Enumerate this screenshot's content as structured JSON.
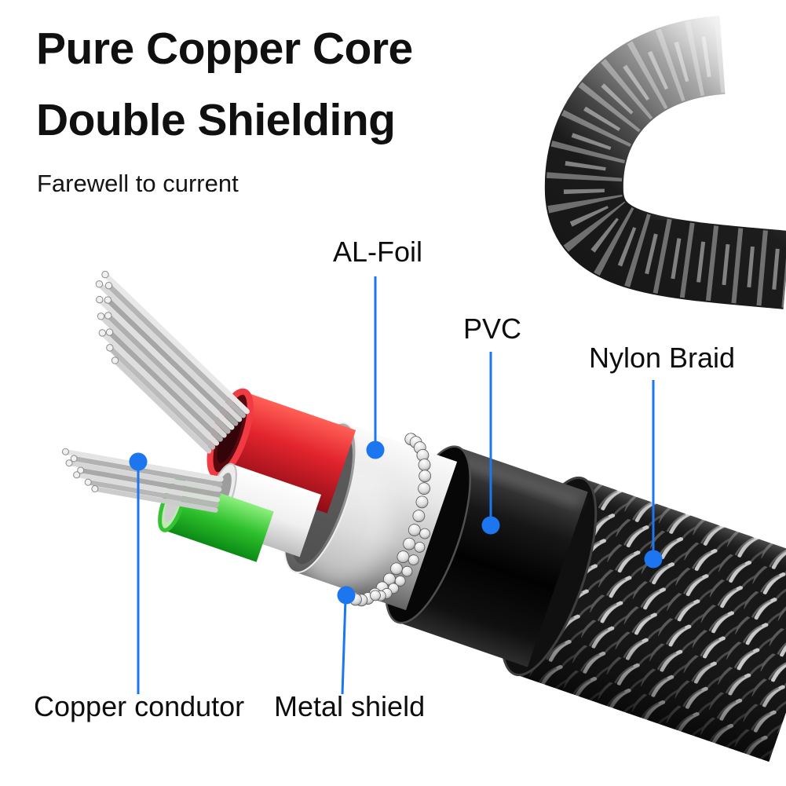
{
  "title": {
    "line1": "Pure Copper Core",
    "line2": "Double Shielding",
    "subtitle": "Farewell to current"
  },
  "callouts": {
    "al_foil": {
      "label": "AL-Foil"
    },
    "pvc": {
      "label": "PVC"
    },
    "nylon_braid": {
      "label": "Nylon Braid"
    },
    "copper_conductor": {
      "label": "Copper condutor"
    },
    "metal_shield": {
      "label": "Metal shield"
    }
  },
  "colors": {
    "background": "#ffffff",
    "text": "#0d0d0d",
    "leader_line": "#1b76f0",
    "pvc_jacket": "#0d0d0d",
    "wire_red": "#e3242e",
    "wire_green": "#2ec02c",
    "wire_white": "#f2f2f2",
    "foil_silver": "#c9c9c9",
    "braid_dark": "#181818"
  }
}
